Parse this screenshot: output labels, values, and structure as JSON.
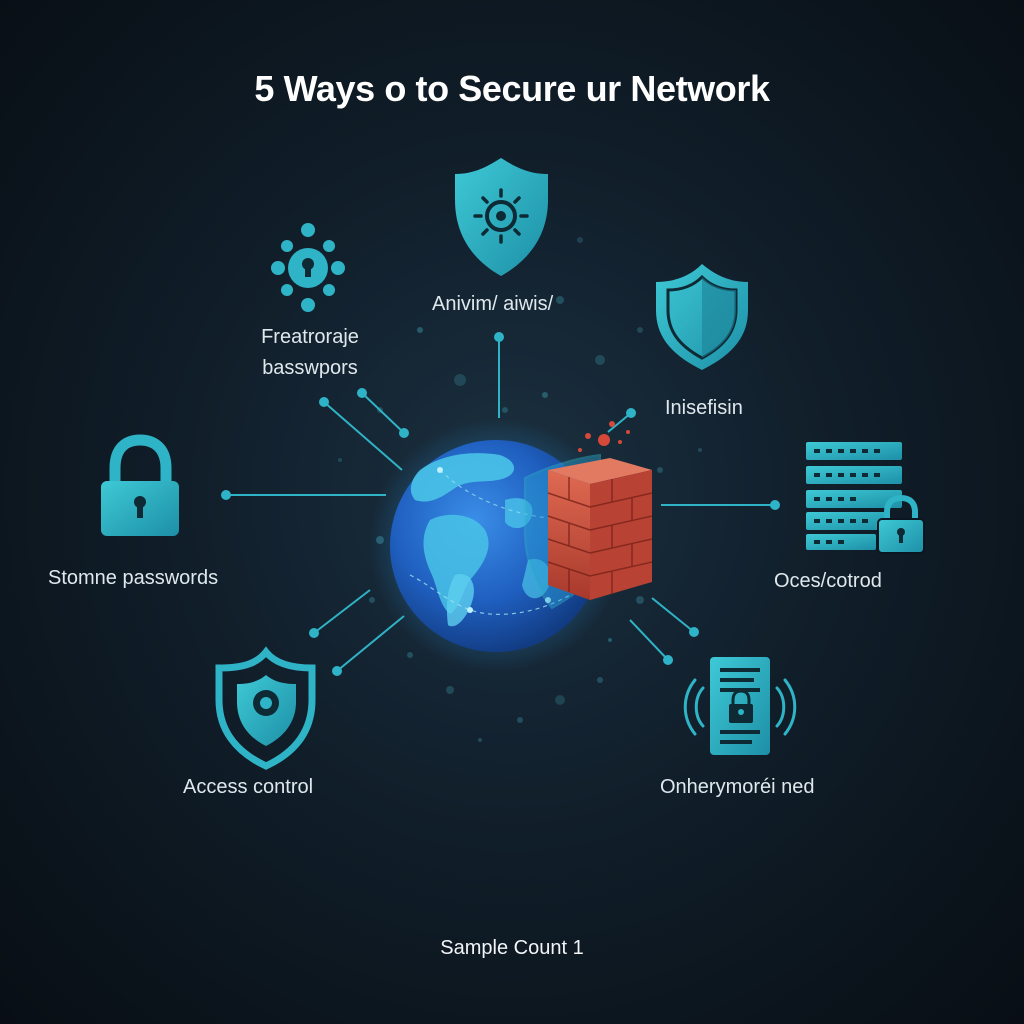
{
  "title": "5 Ways o to Secure ur Network",
  "nodes": {
    "antivirus": {
      "label": "Anivim/ aiwis/",
      "icon": "shield-virus-icon"
    },
    "passwords": {
      "label_lines": [
        "Freatroraje",
        "basswpors"
      ],
      "icon": "keyhole-network-icon"
    },
    "firewall_shield": {
      "label": "Inisefisin",
      "icon": "shield-icon"
    },
    "strong_passwords": {
      "label": "Stomne passwords",
      "icon": "padlock-icon"
    },
    "server_access": {
      "label": "Oces/cotrod",
      "icon": "server-lock-icon"
    },
    "access_control": {
      "label": "Access control",
      "icon": "shield-keyhole-icon"
    },
    "encryption": {
      "label": "Onherymoréi ned",
      "icon": "document-lock-icon"
    }
  },
  "center": {
    "icons": [
      "globe-icon",
      "firewall-brick-icon"
    ]
  },
  "footer": "Sample Count 1",
  "colors": {
    "background": "#0c1620",
    "accent": "#2fb3c6",
    "accent_light": "#46d2de",
    "firewall": "#c8463a",
    "globe": "#2a6fc9",
    "text": "#e6eef2"
  }
}
